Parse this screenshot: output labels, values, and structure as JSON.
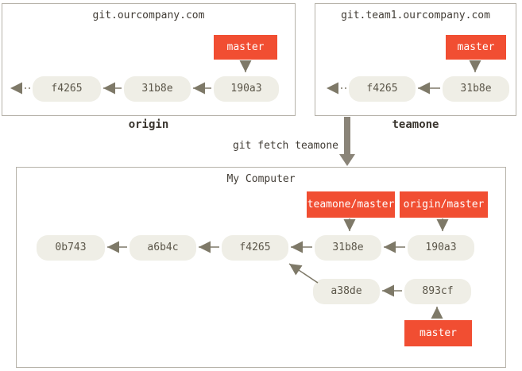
{
  "colors": {
    "branch_bg": "#f14e32",
    "branch_text": "#ffffff",
    "commit_bg": "#efeee6",
    "commit_text": "#5b5649",
    "arrow": "#7e7968",
    "box_border": "#b6b2a9",
    "title_text": "#423d36"
  },
  "fetch_label": "git fetch teamone",
  "remote_origin": {
    "title": "git.ourcompany.com",
    "label": "origin",
    "branch": "master",
    "commits": [
      "f4265",
      "31b8e",
      "190a3"
    ]
  },
  "remote_teamone": {
    "title": "git.team1.ourcompany.com",
    "label": "teamone",
    "branch": "master",
    "commits": [
      "f4265",
      "31b8e"
    ]
  },
  "local": {
    "title": "My Computer",
    "remote_branches": [
      "teamone/master",
      "origin/master"
    ],
    "branch": "master",
    "main_commits": [
      "0b743",
      "a6b4c",
      "f4265",
      "31b8e",
      "190a3"
    ],
    "local_commits": [
      "a38de",
      "893cf"
    ]
  }
}
